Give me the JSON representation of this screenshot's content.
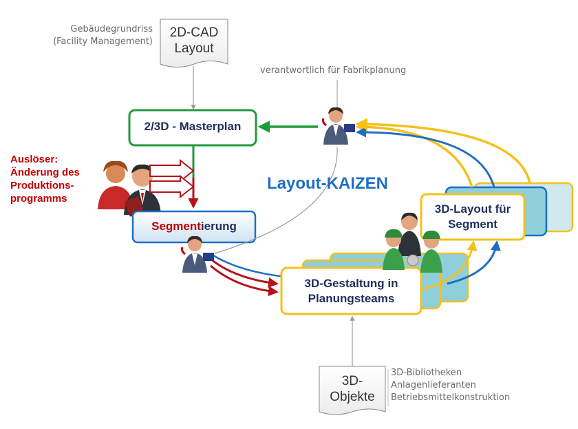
{
  "title": "Layout-KAIZEN",
  "colors": {
    "green": "#1f9a3c",
    "red": "#b5121b",
    "blue": "#1f6ec4",
    "yellow": "#f5c01a",
    "navy": "#1f2f5a",
    "cyan": "#8fcfdc"
  },
  "source_cad": {
    "caption_line1": "Gebäudegrundriss",
    "caption_line2": "(Facility Management)",
    "doc_line1": "2D-CAD",
    "doc_line2": "Layout"
  },
  "responsible": {
    "caption": "verantwortlich für Fabrikplanung",
    "icon": "planner-person-icon"
  },
  "masterplan": {
    "label": "2/3D - Masterplan"
  },
  "trigger": {
    "line1": "Auslöser:",
    "line2": "Änderung des",
    "line3": "Produktions-",
    "line4": "programms"
  },
  "segmentierung": {
    "part1": "Segment",
    "part2": "ierung"
  },
  "gestaltung": {
    "line1": "3D-Gestaltung in",
    "line2": "Planungsteams"
  },
  "layout_segment": {
    "line1": "3D-Layout für",
    "line2": "Segment"
  },
  "objects": {
    "doc_line1": "3D-",
    "doc_line2": "Objekte",
    "caption_line1": "3D-Bibliotheken",
    "caption_line2": "Anlagenlieferanten",
    "caption_line3": "Betriebsmittelkonstruktion"
  }
}
